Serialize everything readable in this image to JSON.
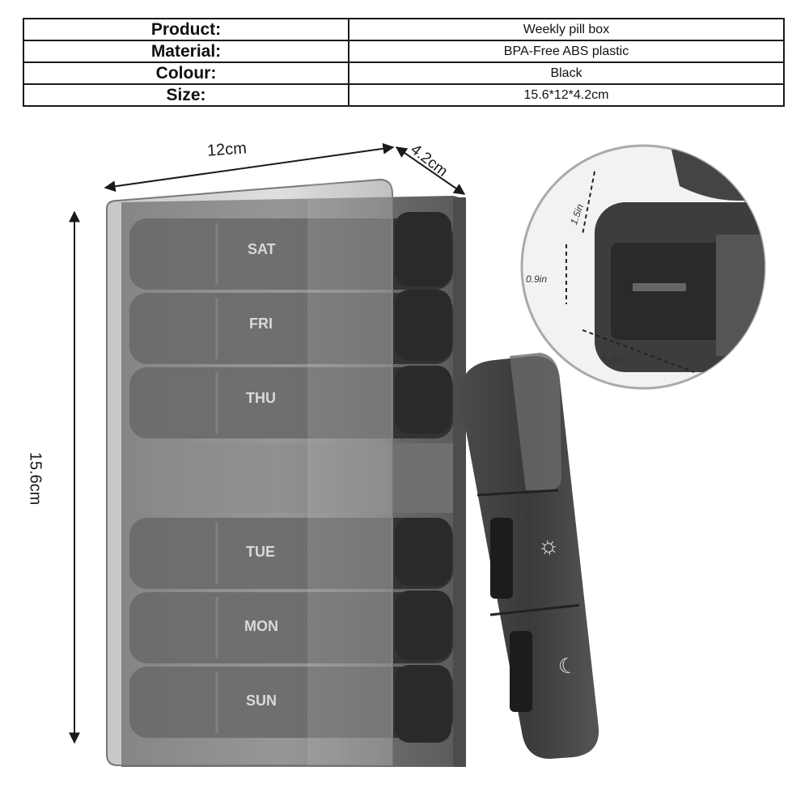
{
  "specs": [
    {
      "label": "Product:",
      "value": "Weekly pill box"
    },
    {
      "label": "Material:",
      "value": "BPA-Free ABS plastic"
    },
    {
      "label": "Colour:",
      "value": "Black"
    },
    {
      "label": "Size:",
      "value": "15.6*12*4.2cm"
    }
  ],
  "dimensions": {
    "width": "12cm",
    "depth": "4.2cm",
    "height": "15.6cm"
  },
  "zoom_dimensions": {
    "lid": "1.5in",
    "depth": "0.9in",
    "width": "1.2in"
  },
  "days": [
    "SAT",
    "FRI",
    "THU",
    "TUE",
    "MON",
    "SUN"
  ],
  "colors": {
    "case": "#5b5b5b",
    "compartment": "#3a3a3a",
    "lid": "#8a8a8a",
    "text": "#111111"
  },
  "icons": [
    "sun-icon",
    "moon-icon"
  ]
}
